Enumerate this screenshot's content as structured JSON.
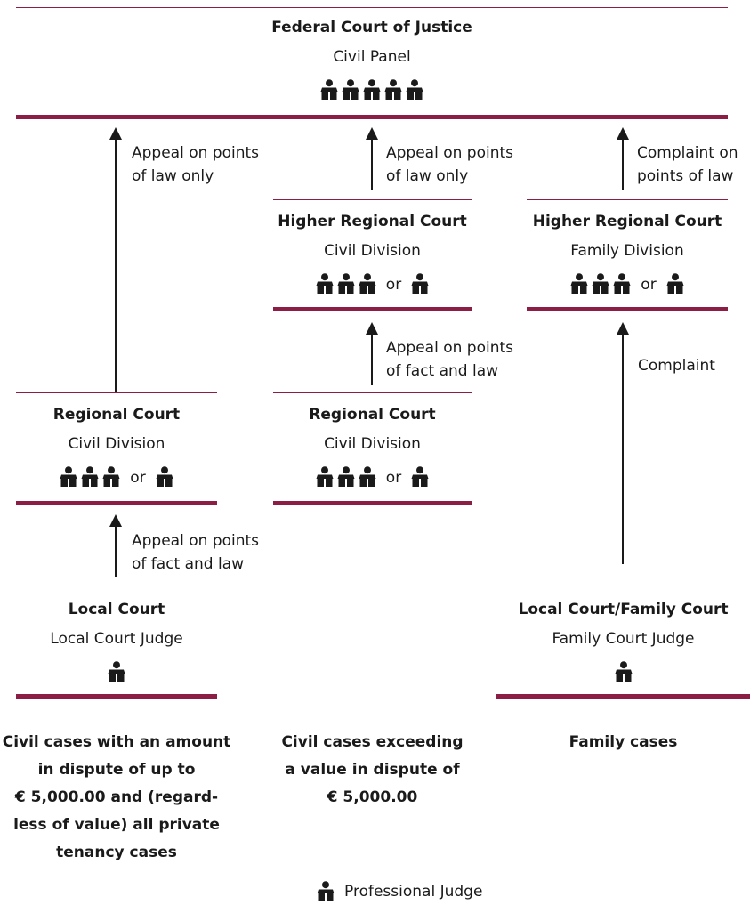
{
  "courts": {
    "federal": {
      "title": "Federal Court of Justice",
      "subtitle": "Civil Panel",
      "judges": 5
    },
    "hrc_civil": {
      "title": "Higher Regional Court",
      "subtitle": "Civil Division",
      "judges": 3,
      "alt": "or",
      "alt_judges": 1
    },
    "hrc_family": {
      "title": "Higher Regional Court",
      "subtitle": "Family Division",
      "judges": 3,
      "alt": "or",
      "alt_judges": 1
    },
    "rc_left": {
      "title": "Regional Court",
      "subtitle": "Civil Division",
      "judges": 3,
      "alt": "or",
      "alt_judges": 1
    },
    "rc_middle": {
      "title": "Regional Court",
      "subtitle": "Civil Division",
      "judges": 3,
      "alt": "or",
      "alt_judges": 1
    },
    "local": {
      "title": "Local Court",
      "subtitle": "Local Court Judge",
      "judges": 1
    },
    "family": {
      "title": "Local Court/Family Court",
      "subtitle": "Family Court Judge",
      "judges": 1
    }
  },
  "appeals": {
    "left_to_federal": [
      "Appeal on points",
      "of law only"
    ],
    "middle_to_federal": [
      "Appeal on points",
      "of law only"
    ],
    "right_to_federal": [
      "Complaint on",
      "points of law"
    ],
    "rc_to_hrc": [
      "Appeal on points",
      "of fact and law"
    ],
    "local_to_rc": [
      "Appeal on points",
      "of fact and law"
    ],
    "family_to_hrc": [
      "Complaint"
    ]
  },
  "cases": {
    "left": [
      "Civil cases with an amount",
      "in dispute of up to",
      "€ 5,000.00 and (regard-",
      "less of value) all private",
      "tenancy cases"
    ],
    "middle": [
      "Civil cases exceeding",
      "a value in dispute of",
      "€ 5,000.00"
    ],
    "right": [
      "Family cases"
    ]
  },
  "legend": {
    "icon": "professional-judge-icon",
    "label": "Professional Judge"
  },
  "colors": {
    "accent": "#8c1d45",
    "ink": "#1a1a1a"
  }
}
